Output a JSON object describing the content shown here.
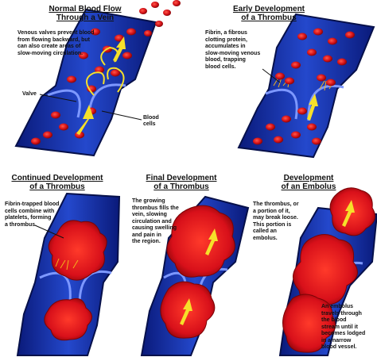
{
  "colors": {
    "vessel_dark": "#0c1e8c",
    "vessel_mid": "#1f3fc4",
    "vessel_light": "#4a6fe6",
    "blood_cell": "#d8141a",
    "clot": "#e0131c",
    "fibrin": "#f2b21c",
    "arrow": "#f6e02a"
  },
  "panels": [
    {
      "id": "normal",
      "title_lines": [
        "Normal Blood Flow",
        "Through a Vein"
      ],
      "note_lines": [
        "Venous valves prevent blood",
        "from flowing backward, but",
        "can also create areas of",
        "slow-moving circulation."
      ],
      "labels": [
        {
          "id": "valve",
          "text_lines": [
            "Valve"
          ]
        },
        {
          "id": "blood-cells",
          "text_lines": [
            "Blood",
            "cells"
          ]
        }
      ]
    },
    {
      "id": "early",
      "title_lines": [
        "Early Development",
        "of a Thrombus"
      ],
      "note_lines": [
        "Fibrin, a fibrous",
        "clotting protein,",
        "accumulates in",
        "slow-moving venous",
        "blood, trapping",
        "blood cells."
      ]
    },
    {
      "id": "continued",
      "title_lines": [
        "Continued Development",
        "of a Thrombus"
      ],
      "note_lines": [
        "Fibrin-trapped blood",
        "cells combine with",
        "platelets, forming",
        "a thrombus."
      ]
    },
    {
      "id": "final",
      "title_lines": [
        "Final Development",
        "of a Thrombus"
      ],
      "note_lines": [
        "The growing",
        "thrombus fills the",
        "vein, slowing",
        "circulation and",
        "causing swelling",
        "and pain in",
        "the region."
      ]
    },
    {
      "id": "embolus",
      "title_lines": [
        "Development",
        "of an Embolus"
      ],
      "note_lines": [
        "The thrombus, or",
        "a portion of it,",
        "may break loose.",
        "This portion is",
        "called an",
        "embolus."
      ],
      "note2_lines": [
        "An embolus",
        "travels through",
        "the blood",
        "stream until it",
        "becomes lodged",
        "in a narrow",
        "blood vessel."
      ]
    }
  ]
}
